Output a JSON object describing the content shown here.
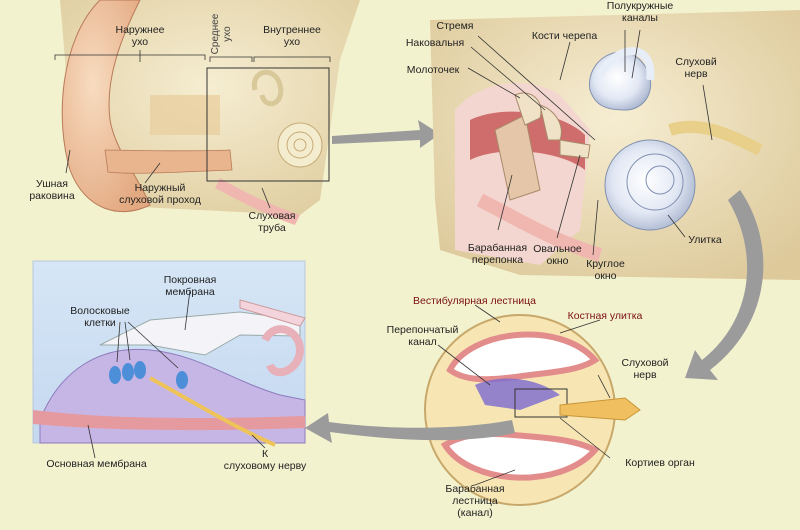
{
  "outer_ear_section": {
    "outer_ear": "Наружнее\nухо",
    "middle_ear": "Среднее\nухо",
    "inner_ear": "Внутреннее\nухо",
    "pinna": "Ушная\nраковина",
    "ear_canal": "Наружный\nслуховой проход",
    "eustachian_tube": "Слуховая\nтруба"
  },
  "middle_ear_section": {
    "stapes": "Стремя",
    "incus": "Наковальня",
    "malleus": "Молоточек",
    "skull_bones": "Кости черепа",
    "semicircular_canals": "Полукружные\nканалы",
    "auditory_nerve": "Слуховй\nнерв",
    "eardrum": "Барабанная\nперепонка",
    "oval_window": "Овальное\nокно",
    "round_window": "Круглое\nокно",
    "cochlea": "Улитка"
  },
  "cochlea_section": {
    "scala_vestibuli": "Вестибулярная лестница",
    "bony_cochlea": "Костная улитка",
    "membranous_canal": "Перепончатый\nканал",
    "auditory_nerve": "Слуховой\nнерв",
    "organ_of_corti": "Кортиев орган",
    "scala_tympani": "Барабанная\nлестница\n(канал)"
  },
  "corti_section": {
    "tectorial_membrane": "Покровная\nмембрана",
    "hair_cells": "Волосковые\nклетки",
    "basilar_membrane": "Основная мембрана",
    "to_nerve": "К\nслуховому нерву"
  },
  "colors": {
    "background": "#f3f2cf",
    "arrow": "#9b9b9b",
    "skin": "#f2c9a6",
    "bone": "#efe3c0",
    "membrane_pink": "#e89aa0",
    "inner_canal_blue": "#c9d8ef",
    "nerve_yellow": "#f0c060",
    "red_label": "#7a1010"
  }
}
